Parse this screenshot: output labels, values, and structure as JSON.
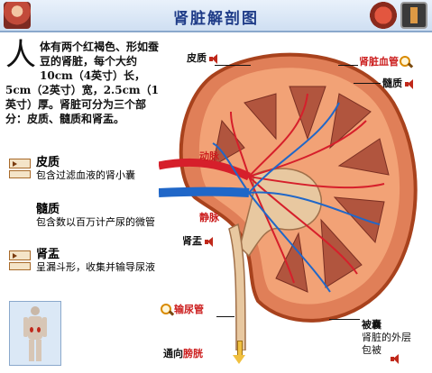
{
  "header": {
    "title": "肾脏解剖图"
  },
  "intro": {
    "big_char": "人",
    "text": "体有两个红褐色、形如蚕豆的肾脏，每个大约10cm（4英寸）长，5cm（2英寸）宽，2.5cm（1英寸）厚。肾脏可分为三个部分：皮质、髓质和肾盂。"
  },
  "sections": [
    {
      "title": "皮质",
      "text": "包含过滤血液的肾小囊"
    },
    {
      "title": "髓质",
      "text": "包含数以百万计产尿的微管"
    },
    {
      "title": "肾盂",
      "text": "呈漏斗形，收集并输导尿液"
    }
  ],
  "labels": {
    "cortex": "皮质",
    "renal_vessel": "肾脏血管",
    "medulla": "髓质",
    "artery": "动脉",
    "vein": "静脉",
    "pelvis": "肾盂",
    "ureter": "输尿管",
    "capsule_title": "被囊",
    "capsule_text1": "肾脏的外层",
    "capsule_text2": "包被",
    "bladder_prefix": "通向",
    "bladder": "膀胱"
  },
  "colors": {
    "accent_red": "#cc1f1f",
    "title_blue": "#1f3c88",
    "kidney_outer": "#e07f58",
    "medulla": "#b1553e"
  }
}
